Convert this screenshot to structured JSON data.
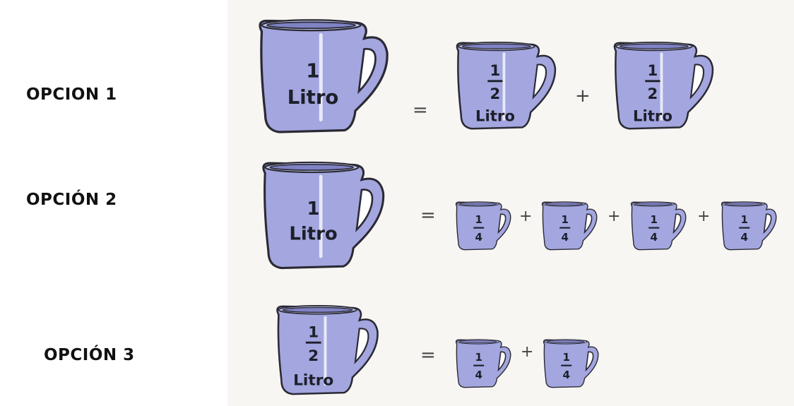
{
  "options": [
    {
      "label": "OPCION 1",
      "left": {
        "number": "1",
        "unit": "Litro"
      },
      "equals": "=",
      "right": [
        {
          "num": "1",
          "den": "2",
          "unit": "Litro"
        },
        {
          "num": "1",
          "den": "2",
          "unit": "Litro"
        }
      ],
      "plus": "+"
    },
    {
      "label": "OPCIÓN 2",
      "left": {
        "number": "1",
        "unit": "Litro"
      },
      "equals": "=",
      "right": [
        {
          "num": "1",
          "den": "4"
        },
        {
          "num": "1",
          "den": "4"
        },
        {
          "num": "1",
          "den": "4"
        },
        {
          "num": "1",
          "den": "4"
        }
      ],
      "plus": "+"
    },
    {
      "label": "OPCIÓN 3",
      "left": {
        "num": "1",
        "den": "2",
        "unit": "Litro"
      },
      "equals": "=",
      "right": [
        {
          "num": "1",
          "den": "4"
        },
        {
          "num": "1",
          "den": "4"
        }
      ],
      "plus": "+"
    }
  ],
  "colors": {
    "jug_fill": "#a3a6df",
    "jug_outline": "#2b2a34"
  },
  "icon": "measuring-jug-icon"
}
